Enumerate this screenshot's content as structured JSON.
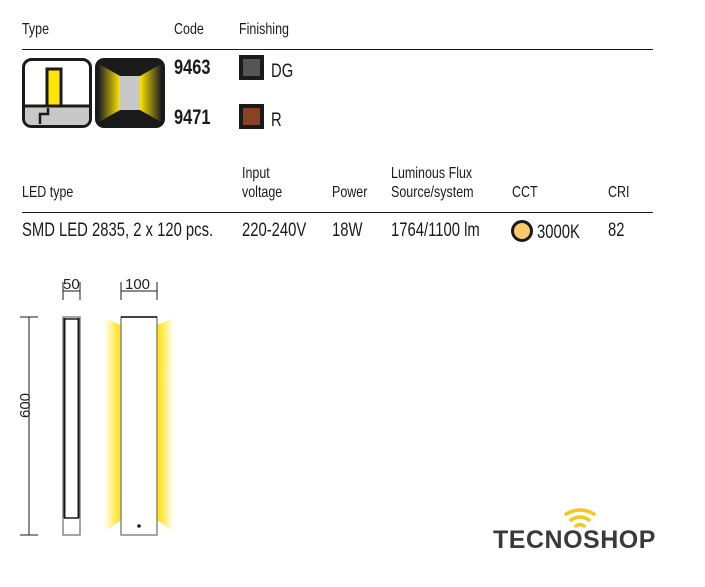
{
  "header_row": {
    "type_label": "Type",
    "code_label": "Code",
    "finishing_label": "Finishing"
  },
  "variants": [
    {
      "code": "9463",
      "finish": "DG",
      "finish_color": "#555555"
    },
    {
      "code": "9471",
      "finish": "R",
      "finish_color": "#8B4123"
    }
  ],
  "type_icons": [
    "wall-mount-icon",
    "up-down-light-icon"
  ],
  "specs": {
    "headers": {
      "led_type": "LED type",
      "input_voltage_1": "Input",
      "input_voltage_2": "voltage",
      "power": "Power",
      "flux_1": "Luminous Flux",
      "flux_2": "Source/system",
      "cct": "CCT",
      "cri": "CRI"
    },
    "values": {
      "led_type": "SMD LED 2835, 2 x 120 pcs.",
      "input_voltage": "220-240V",
      "power": "18W",
      "flux": "1764/1100 lm",
      "cct": "3000K",
      "cct_color": "#F9C96B",
      "cri": "82"
    }
  },
  "dimensions": {
    "depth": "50",
    "width": "100",
    "height": "600"
  },
  "brand": {
    "name_pre": "TECN",
    "name_o": "O",
    "name_post": "SHOP",
    "accent": "#F5C518",
    "text_color": "#3a3a3a"
  }
}
